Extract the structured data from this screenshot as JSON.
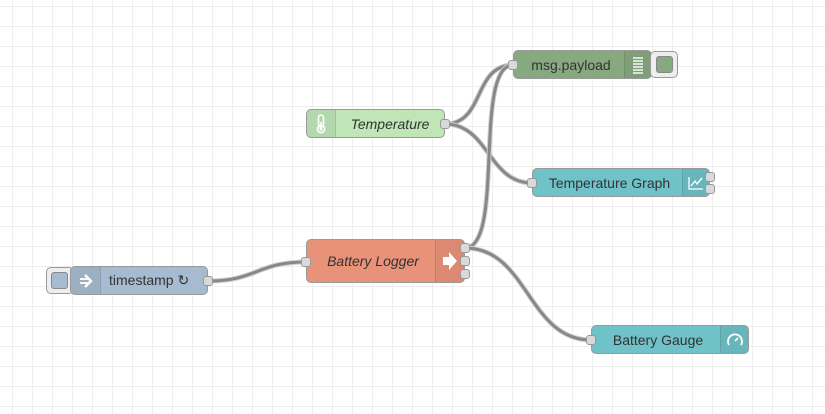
{
  "canvas": {
    "grid": true,
    "background": "#ffffff",
    "grid_color": "#eeeeee",
    "wire_color": "#888888"
  },
  "nodes": [
    {
      "id": "temperature",
      "label": "Temperature",
      "italic": true,
      "color": "#c0e6b8",
      "icon": "thermometer-icon",
      "inputs": 0,
      "outputs": 1
    },
    {
      "id": "msg-payload",
      "label": "msg.payload",
      "italic": false,
      "color": "#87a980",
      "icon": "debug-list-icon",
      "inputs": 1,
      "outputs": 0,
      "toggle": true,
      "toggle_color": "#87a980"
    },
    {
      "id": "temperature-graph",
      "label": "Temperature Graph",
      "italic": false,
      "color": "#6ec2c8",
      "icon": "chart-icon",
      "inputs": 1,
      "outputs": 2
    },
    {
      "id": "battery-logger",
      "label": "Battery Logger",
      "italic": true,
      "color": "#e9927a",
      "icon": "arrow-right-icon",
      "inputs": 1,
      "outputs": 3
    },
    {
      "id": "timestamp",
      "label": "timestamp ↻",
      "italic": false,
      "color": "#a6bbcf",
      "icon": "inject-arrow-icon",
      "inputs": 0,
      "outputs": 1,
      "button": true
    },
    {
      "id": "battery-gauge",
      "label": "Battery Gauge",
      "italic": false,
      "color": "#6ec2c8",
      "icon": "gauge-icon",
      "inputs": 1,
      "outputs": 0
    }
  ],
  "wires": [
    {
      "from": "timestamp",
      "from_port": 1,
      "to": "battery-logger"
    },
    {
      "from": "temperature",
      "from_port": 1,
      "to": "msg-payload"
    },
    {
      "from": "temperature",
      "from_port": 1,
      "to": "temperature-graph"
    },
    {
      "from": "battery-logger",
      "from_port": 1,
      "to": "msg-payload"
    },
    {
      "from": "battery-logger",
      "from_port": 1,
      "to": "battery-gauge"
    }
  ]
}
